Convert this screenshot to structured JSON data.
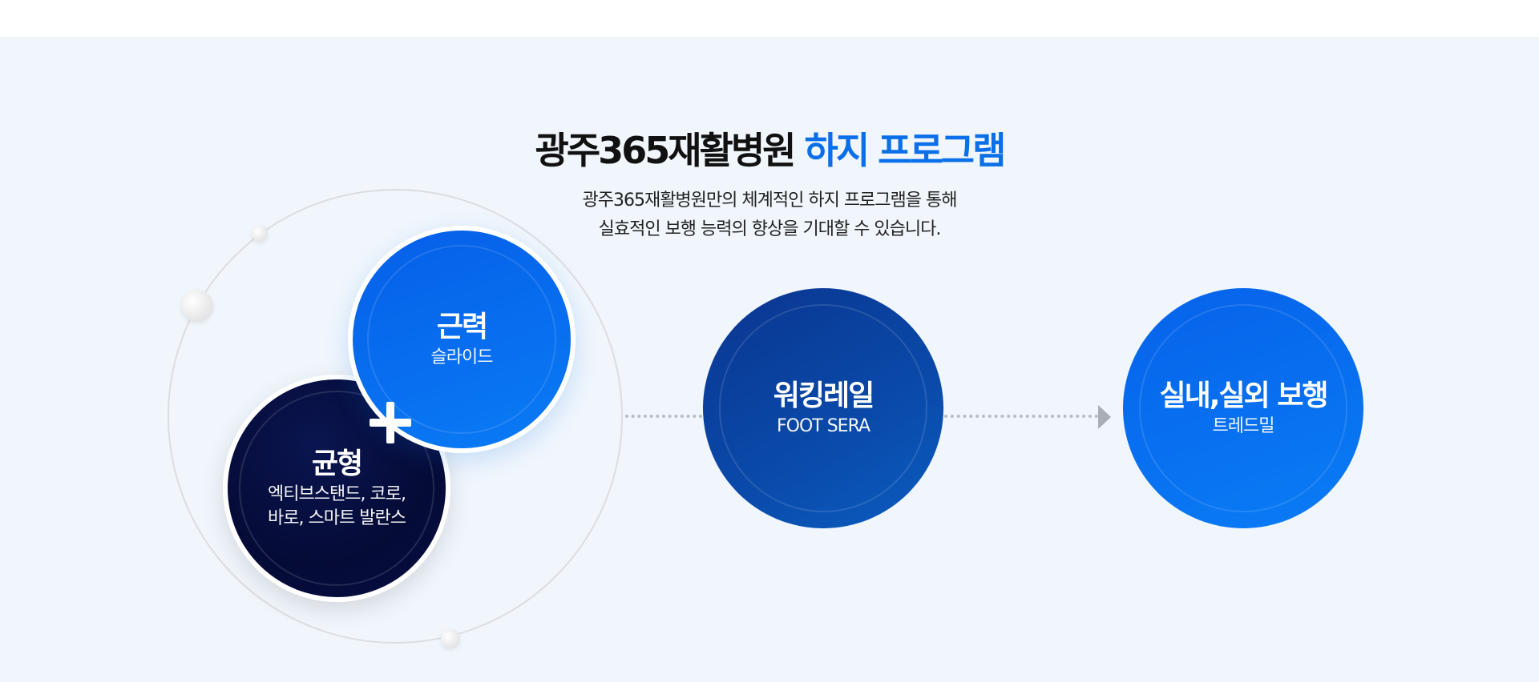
{
  "header": {
    "title_main": "광주365재활병원",
    "title_accent": "하지 프로그램",
    "subtitle_line1": "광주365재활병원만의 체계적인 하지 프로그램을 통해",
    "subtitle_line2": "실효적인 보행 능력의 향상을 기대할 수 있습니다."
  },
  "programs": {
    "strength": {
      "title": "근력",
      "subtitle": "슬라이드"
    },
    "balance": {
      "title": "균형",
      "subtitle_line1": "엑티브스탠드, 코로,",
      "subtitle_line2": "바로, 스마트 발란스"
    },
    "walking": {
      "title": "워킹레일",
      "subtitle": "FOOT SERA"
    },
    "indoor_outdoor": {
      "title": "실내,실외 보행",
      "subtitle": "트레드밀"
    }
  },
  "icons": {
    "plus": "plus-icon",
    "arrow": "arrow-right-icon"
  },
  "colors": {
    "accent": "#0a6fe8",
    "navy": "#050b36",
    "blue": "#0a7bf5",
    "dark_blue": "#0a4aaa",
    "background": "#f0f6fc"
  }
}
